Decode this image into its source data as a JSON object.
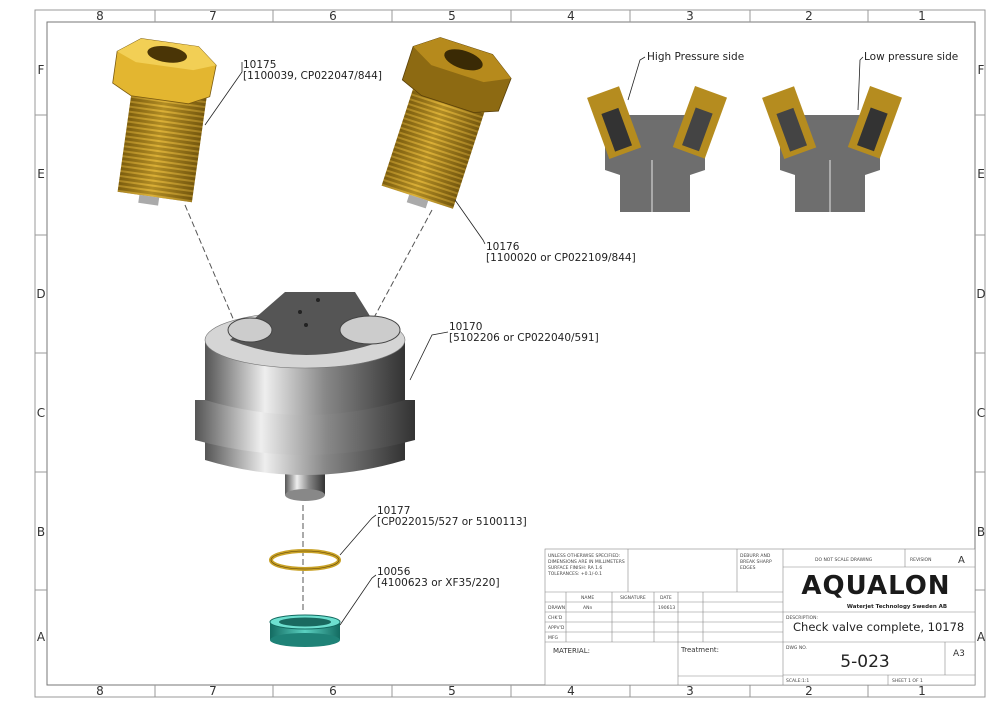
{
  "zones": {
    "columns": [
      "8",
      "7",
      "6",
      "5",
      "4",
      "3",
      "2",
      "1"
    ],
    "rows": [
      "F",
      "E",
      "D",
      "C",
      "B",
      "A"
    ]
  },
  "callouts": [
    {
      "part": "10175",
      "refs": "[1100039, CP022047/844]"
    },
    {
      "part": "10176",
      "refs": "[1100020 or CP022109/844]"
    },
    {
      "part": "10170",
      "refs": "[5102206 or CP022040/591]"
    },
    {
      "part": "10177",
      "refs": "[CP022015/527 or 5100113]"
    },
    {
      "part": "10056",
      "refs": "[4100623 or XF35/220]"
    }
  ],
  "section_views": {
    "high": "High Pressure side",
    "low": "Low pressure side"
  },
  "title_block": {
    "notes": [
      "UNLESS OTHERWISE SPECIFIED:",
      "DIMENSIONS ARE IN MILLIMETERS",
      "SURFACE FINISH: RA 1.6",
      "TOLERANCES: +0.1/-0.1"
    ],
    "deburr": [
      "DEBURR AND",
      "BREAK SHARP",
      "EDGES"
    ],
    "headers": {
      "name": "NAME",
      "signature": "SIGNATURE",
      "date": "DATE"
    },
    "rows": [
      {
        "label": "DRAWN",
        "name": "ANn",
        "date": "190613"
      },
      {
        "label": "CHK'D",
        "name": "",
        "date": ""
      },
      {
        "label": "APPV'D",
        "name": "",
        "date": ""
      },
      {
        "label": "MFG",
        "name": "",
        "date": ""
      }
    ],
    "material_label": "MATERIAL:",
    "treatment_label": "Treatment:",
    "do_not_scale": "DO NOT SCALE DRAWING",
    "revision_label": "REVISION",
    "revision": "A",
    "company_logo": "AQUALON",
    "company_sub": "Waterjet Technology Sweden AB",
    "description_label": "DESCRIPTION:",
    "description": "Check valve complete, 10178",
    "dwg_no_label": "DWG NO.",
    "dwg_no": "5-023",
    "sheet_size": "A3",
    "scale": "SCALE:1:1",
    "sheet": "SHEET 1 OF 1"
  },
  "colors": {
    "brass": "#c9a227",
    "steel": "#9a9a9a",
    "teal": "#2a9d8f",
    "logo_dark": "#1a1a1a",
    "logo_blue": "#2a6fd6"
  }
}
